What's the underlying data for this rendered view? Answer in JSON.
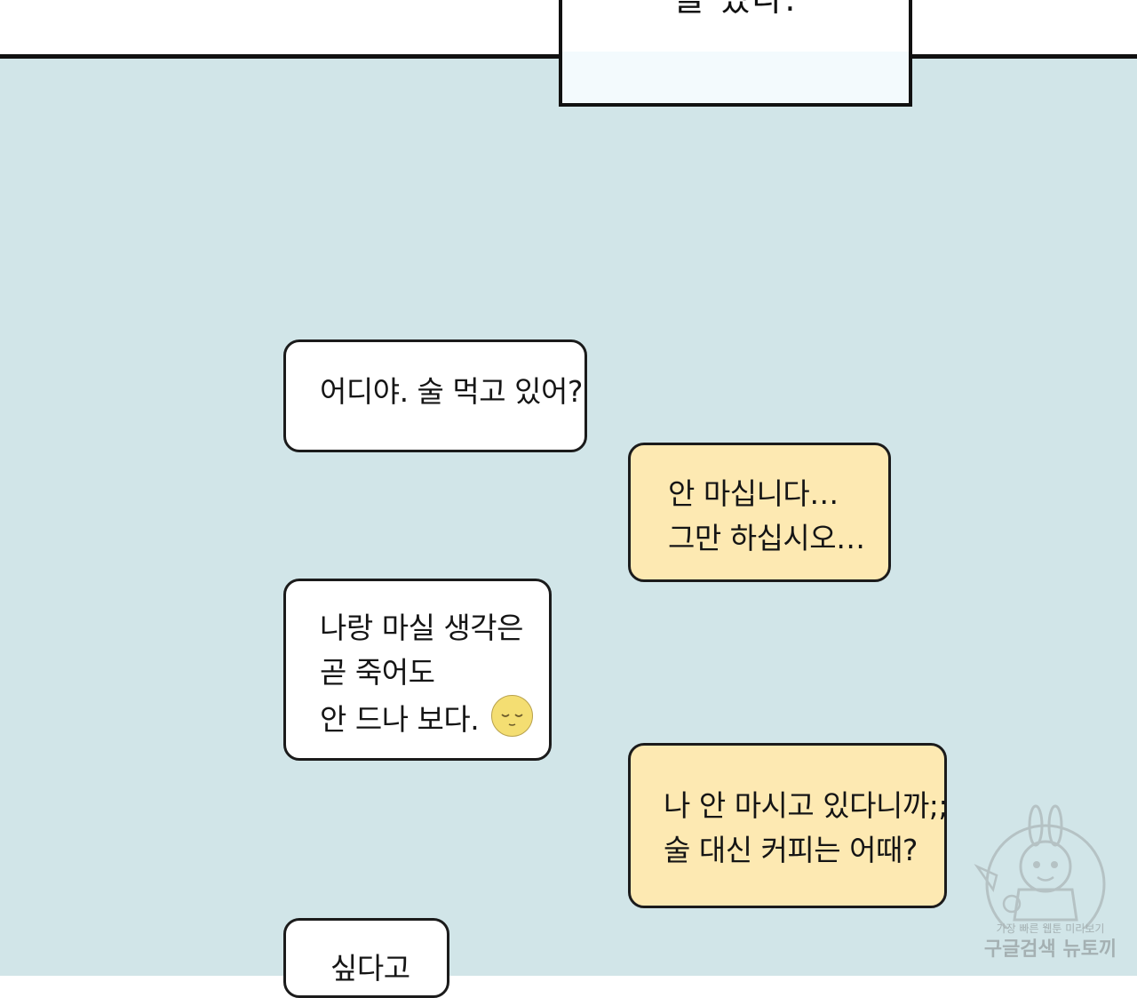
{
  "caption": {
    "text": "을 었다."
  },
  "messages": [
    {
      "side": "left",
      "lines": [
        "어디야. 술 먹고 있어?"
      ]
    },
    {
      "side": "right",
      "lines": [
        "안 마십니다…",
        "그만 하십시오…"
      ]
    },
    {
      "side": "left",
      "lines": [
        "나랑 마실 생각은",
        "곧 죽어도",
        "안 드나 보다."
      ],
      "emoji": "sleeping-face-icon"
    },
    {
      "side": "right",
      "lines": [
        "나 안 마시고 있다니까;;",
        "술 대신 커피는 어때?"
      ]
    },
    {
      "side": "left",
      "lines": [
        "싶다고"
      ]
    }
  ],
  "watermark": {
    "small": "가장 빠른 웹툰 미리보기",
    "big": "구글검색 뉴토끼"
  },
  "colors": {
    "panel_background": "#d1e5e8",
    "bubble_incoming": "#ffffff",
    "bubble_outgoing": "#fde9b2",
    "outline": "#111111"
  }
}
